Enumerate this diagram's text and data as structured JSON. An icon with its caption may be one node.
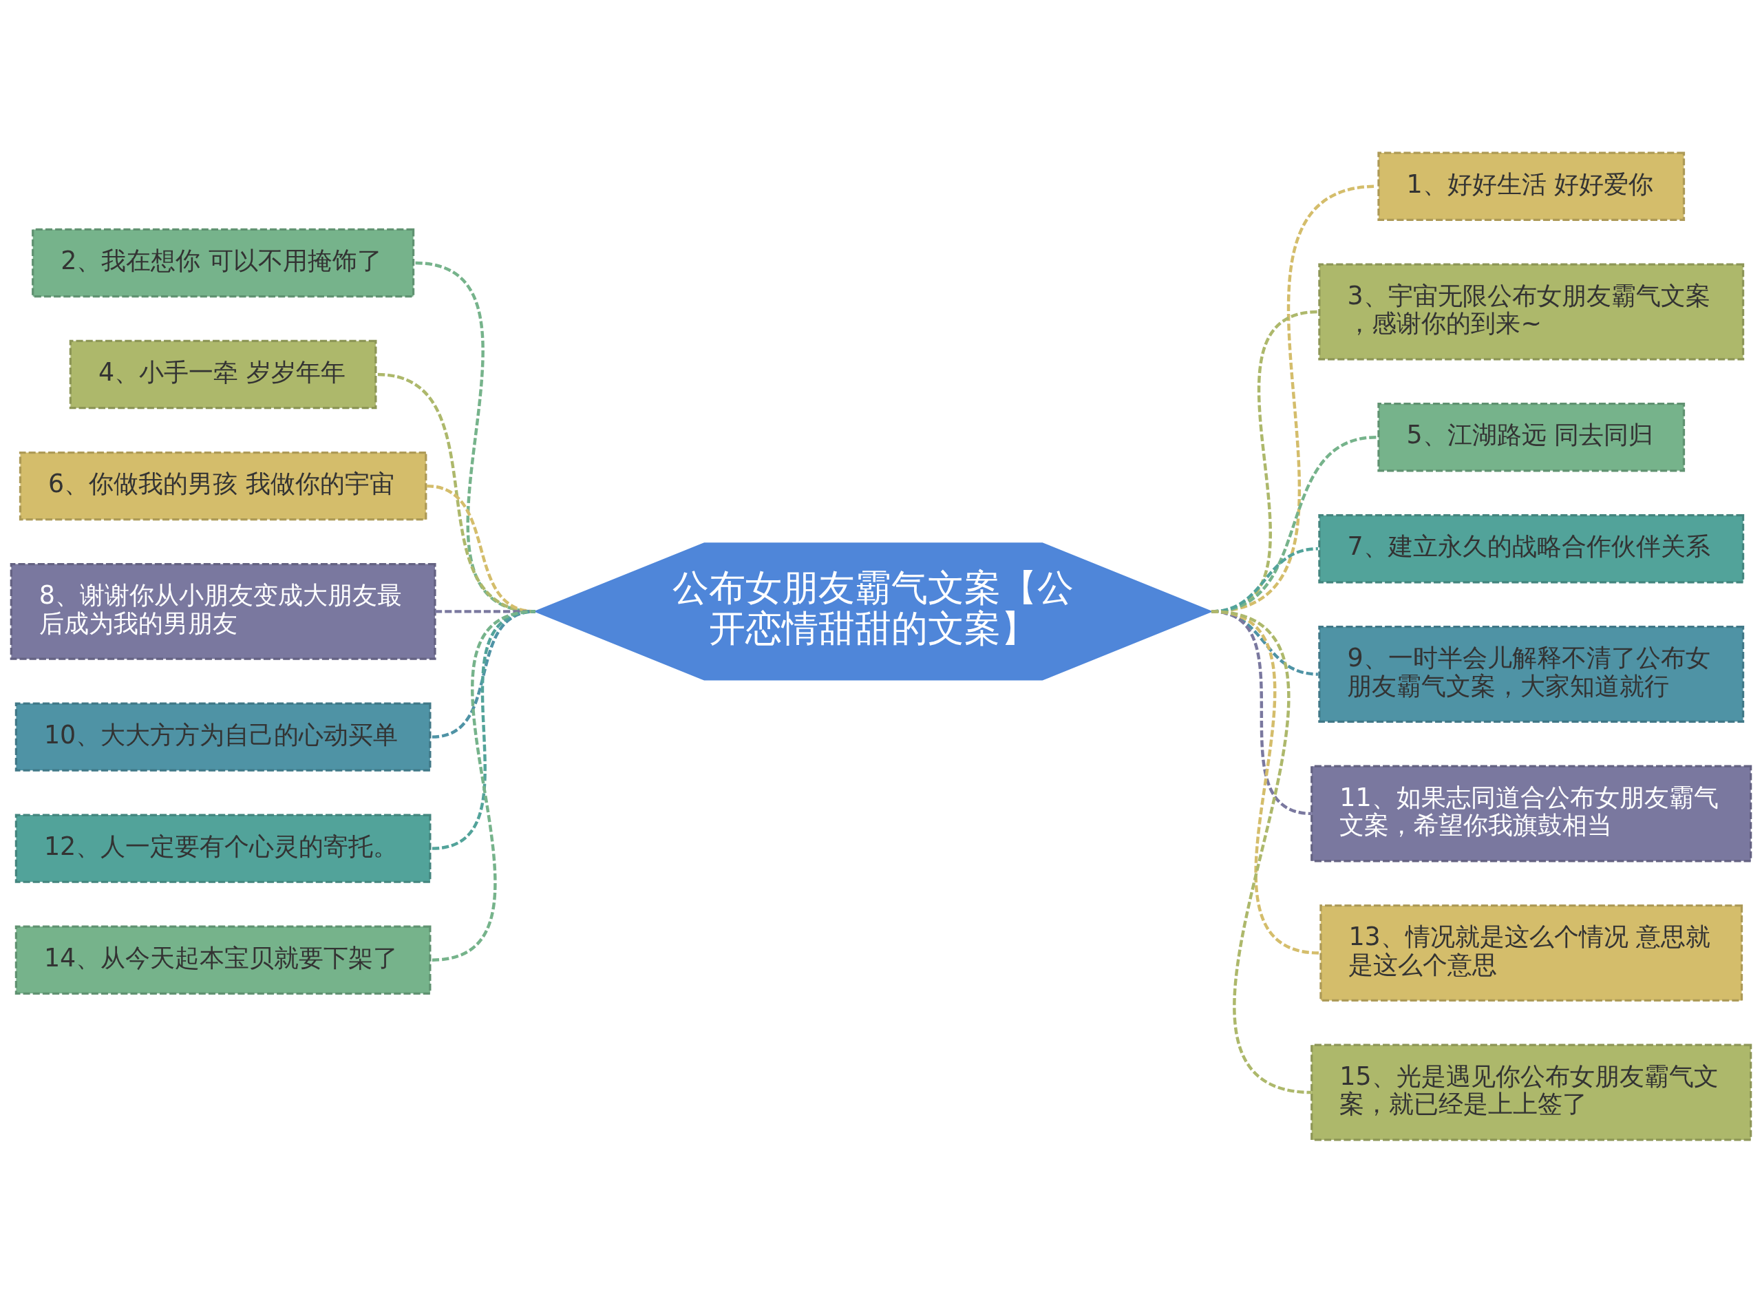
{
  "diagram": {
    "nodes": [
      {
        "text": [
          "公布女朋友霸气文案【公开恋情甜甜的文案】"
        ]
      },
      {
        "text": [
          "1、好好生活 好好爱你"
        ]
      },
      {
        "text": [
          "2、我在想你 可以不用掩饰了"
        ]
      },
      {
        "text": [
          "3、宇宙无限公布女朋友霸气文案，感谢你的到来~"
        ]
      },
      {
        "text": [
          "4、小手一牵 岁岁年年"
        ]
      },
      {
        "text": [
          "5、江湖路远 同去同归"
        ]
      },
      {
        "text": [
          "6、你做我的男孩 我做你的宇宙"
        ]
      },
      {
        "text": [
          "7、建立永久的战略合作伙伴关系"
        ]
      },
      {
        "text": [
          "8、谢谢你从小朋友变成大朋友最后成为我的男朋友"
        ]
      },
      {
        "text": [
          "9、一时半会儿解释不清了公布女朋友霸气文案，大家知道就行"
        ]
      },
      {
        "text": [
          "10、大大方方为自己的心动买单"
        ]
      },
      {
        "text": [
          "11、如果志同道合公布女朋友霸气文案，希望你我旗鼓相当"
        ]
      },
      {
        "text": [
          "12、人一定要有个心灵的寄托。"
        ]
      },
      {
        "text": [
          "13、情况就是这么个情况 意思就是这么个意思"
        ]
      },
      {
        "text": [
          "14、从今天起本宝贝就要下架了"
        ]
      },
      {
        "text": [
          "15、光是遇见你公布女朋友霸气文案，就已经是上上签了"
        ]
      }
    ],
    "edges": [
      {
        "from": 0,
        "to": 1,
        "arrow": "none",
        "style": "dashed",
        "color": "#d4bd6b"
      },
      {
        "from": 2,
        "to": 0,
        "arrow": "none",
        "style": "dashed",
        "color": "#76b38b"
      },
      {
        "from": 0,
        "to": 3,
        "arrow": "none",
        "style": "dashed",
        "color": "#adb86b"
      },
      {
        "from": 4,
        "to": 0,
        "arrow": "none",
        "style": "dashed",
        "color": "#adb86b"
      },
      {
        "from": 0,
        "to": 5,
        "arrow": "none",
        "style": "dashed",
        "color": "#76b38b"
      },
      {
        "from": 6,
        "to": 0,
        "arrow": "none",
        "style": "dashed",
        "color": "#d4bd6b"
      },
      {
        "from": 0,
        "to": 7,
        "arrow": "none",
        "style": "dashed",
        "color": "#52a39a"
      },
      {
        "from": 8,
        "to": 0,
        "arrow": "none",
        "style": "dashed",
        "color": "#7a789f"
      },
      {
        "from": 0,
        "to": 9,
        "arrow": "none",
        "style": "dashed",
        "color": "#4f93a5"
      },
      {
        "from": 10,
        "to": 0,
        "arrow": "none",
        "style": "dashed",
        "color": "#4f93a5"
      },
      {
        "from": 0,
        "to": 11,
        "arrow": "none",
        "style": "dashed",
        "color": "#7a789f"
      },
      {
        "from": 12,
        "to": 0,
        "arrow": "none",
        "style": "dashed",
        "color": "#52a39a"
      },
      {
        "from": 0,
        "to": 13,
        "arrow": "none",
        "style": "dashed",
        "color": "#d4bd6b"
      },
      {
        "from": 14,
        "to": 0,
        "arrow": "none",
        "style": "dashed",
        "color": "#76b38b"
      },
      {
        "from": 0,
        "to": 15,
        "arrow": "none",
        "style": "dashed",
        "color": "#adb86b"
      }
    ]
  }
}
